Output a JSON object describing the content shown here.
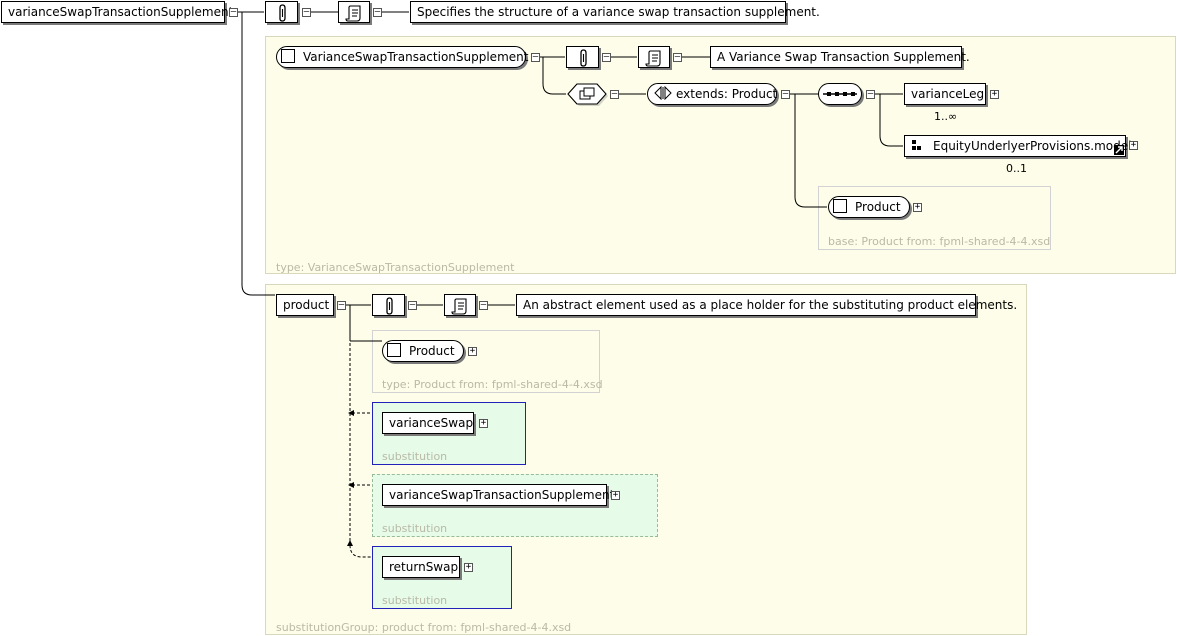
{
  "root": {
    "element": "varianceSwapTransactionSupplement",
    "documentation": "Specifies the structure of a variance swap transaction supplement."
  },
  "type_panel": {
    "type_name": "VarianceSwapTransactionSupplement",
    "documentation": "A Variance Swap Transaction Supplement.",
    "extends_label": "extends: Product",
    "sequence": {
      "children": [
        {
          "name": "varianceLeg",
          "cardinality": "1..∞"
        },
        {
          "name": "EquityUnderlyerProvisions.model",
          "cardinality": "0..1"
        }
      ]
    },
    "base_type": "Product",
    "base_note": "base: Product from: fpml-shared-4-4.xsd",
    "footer": "type: VarianceSwapTransactionSupplement"
  },
  "product_panel": {
    "element": "product",
    "documentation": "An abstract element used as a place holder for the substituting product elements.",
    "type_name": "Product",
    "type_note": "type: Product from: fpml-shared-4-4.xsd",
    "substitutions": [
      {
        "name": "varianceSwap",
        "note": "substitution"
      },
      {
        "name": "varianceSwapTransactionSupplement",
        "note": "substitution"
      },
      {
        "name": "returnSwap",
        "note": "substitution"
      }
    ],
    "footer": "substitutionGroup: product from: fpml-shared-4-4.xsd"
  },
  "icons": {
    "annotation": "paperclip-icon",
    "documentation": "scroll-icon",
    "complex_content": "complex-content-icon",
    "extension": "extension-arrows-icon",
    "sequence": "sequence-dots-icon",
    "group": "group-icon",
    "reference": "reference-arrow-icon",
    "expand": "plus-icon",
    "collapse": "minus-icon"
  }
}
